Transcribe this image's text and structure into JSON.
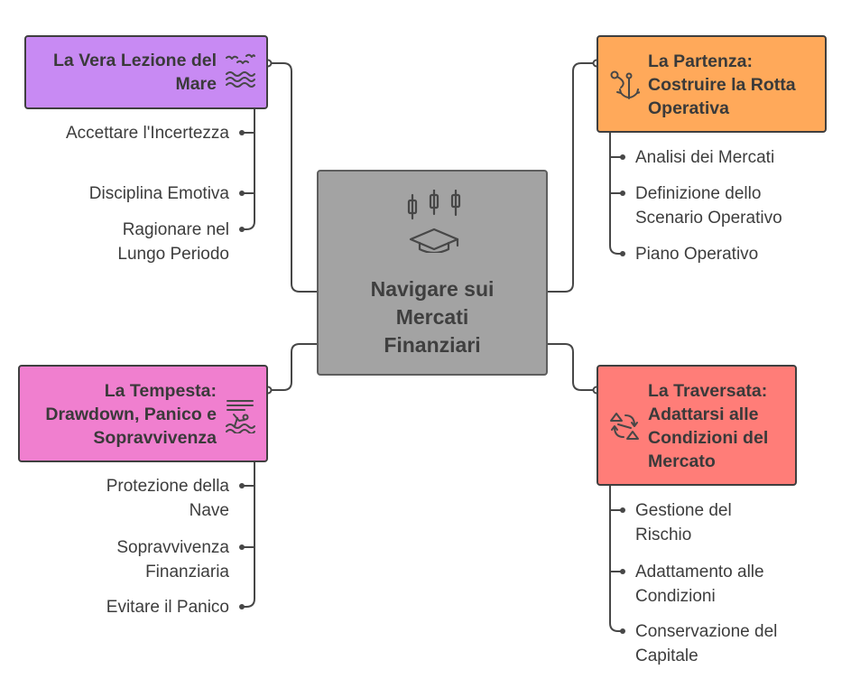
{
  "center": {
    "title": "Navigare sui Mercati Finanziari"
  },
  "branches": {
    "top_left": {
      "title": "La Vera Lezione del Mare",
      "color": "#c88af3",
      "icon": "birds-waves-icon",
      "items": [
        "Accettare l'Incertezza",
        "Disciplina Emotiva",
        "Ragionare nel Lungo Periodo"
      ]
    },
    "top_right": {
      "title": "La Partenza: Costruire la Rotta Operativa",
      "color": "#ffa95a",
      "icon": "route-anchor-icon",
      "items": [
        "Analisi dei Mercati",
        "Definizione dello Scenario Operativo",
        "Piano Operativo"
      ]
    },
    "bottom_left": {
      "title": "La Tempesta: Drawdown, Panico e Sopravvivenza",
      "color": "#f07fcf",
      "icon": "drowning-person-icon",
      "items": [
        "Protezione della Nave",
        "Sopravvivenza Finanziaria",
        "Evitare il Panico"
      ]
    },
    "bottom_right": {
      "title": "La Traversata: Adattarsi alle Condizioni del Mercato",
      "color": "#ff7d78",
      "icon": "adapt-cycle-icon",
      "items": [
        "Gestione del Rischio",
        "Adattamento alle Condizioni",
        "Conservazione del Capitale"
      ]
    }
  }
}
